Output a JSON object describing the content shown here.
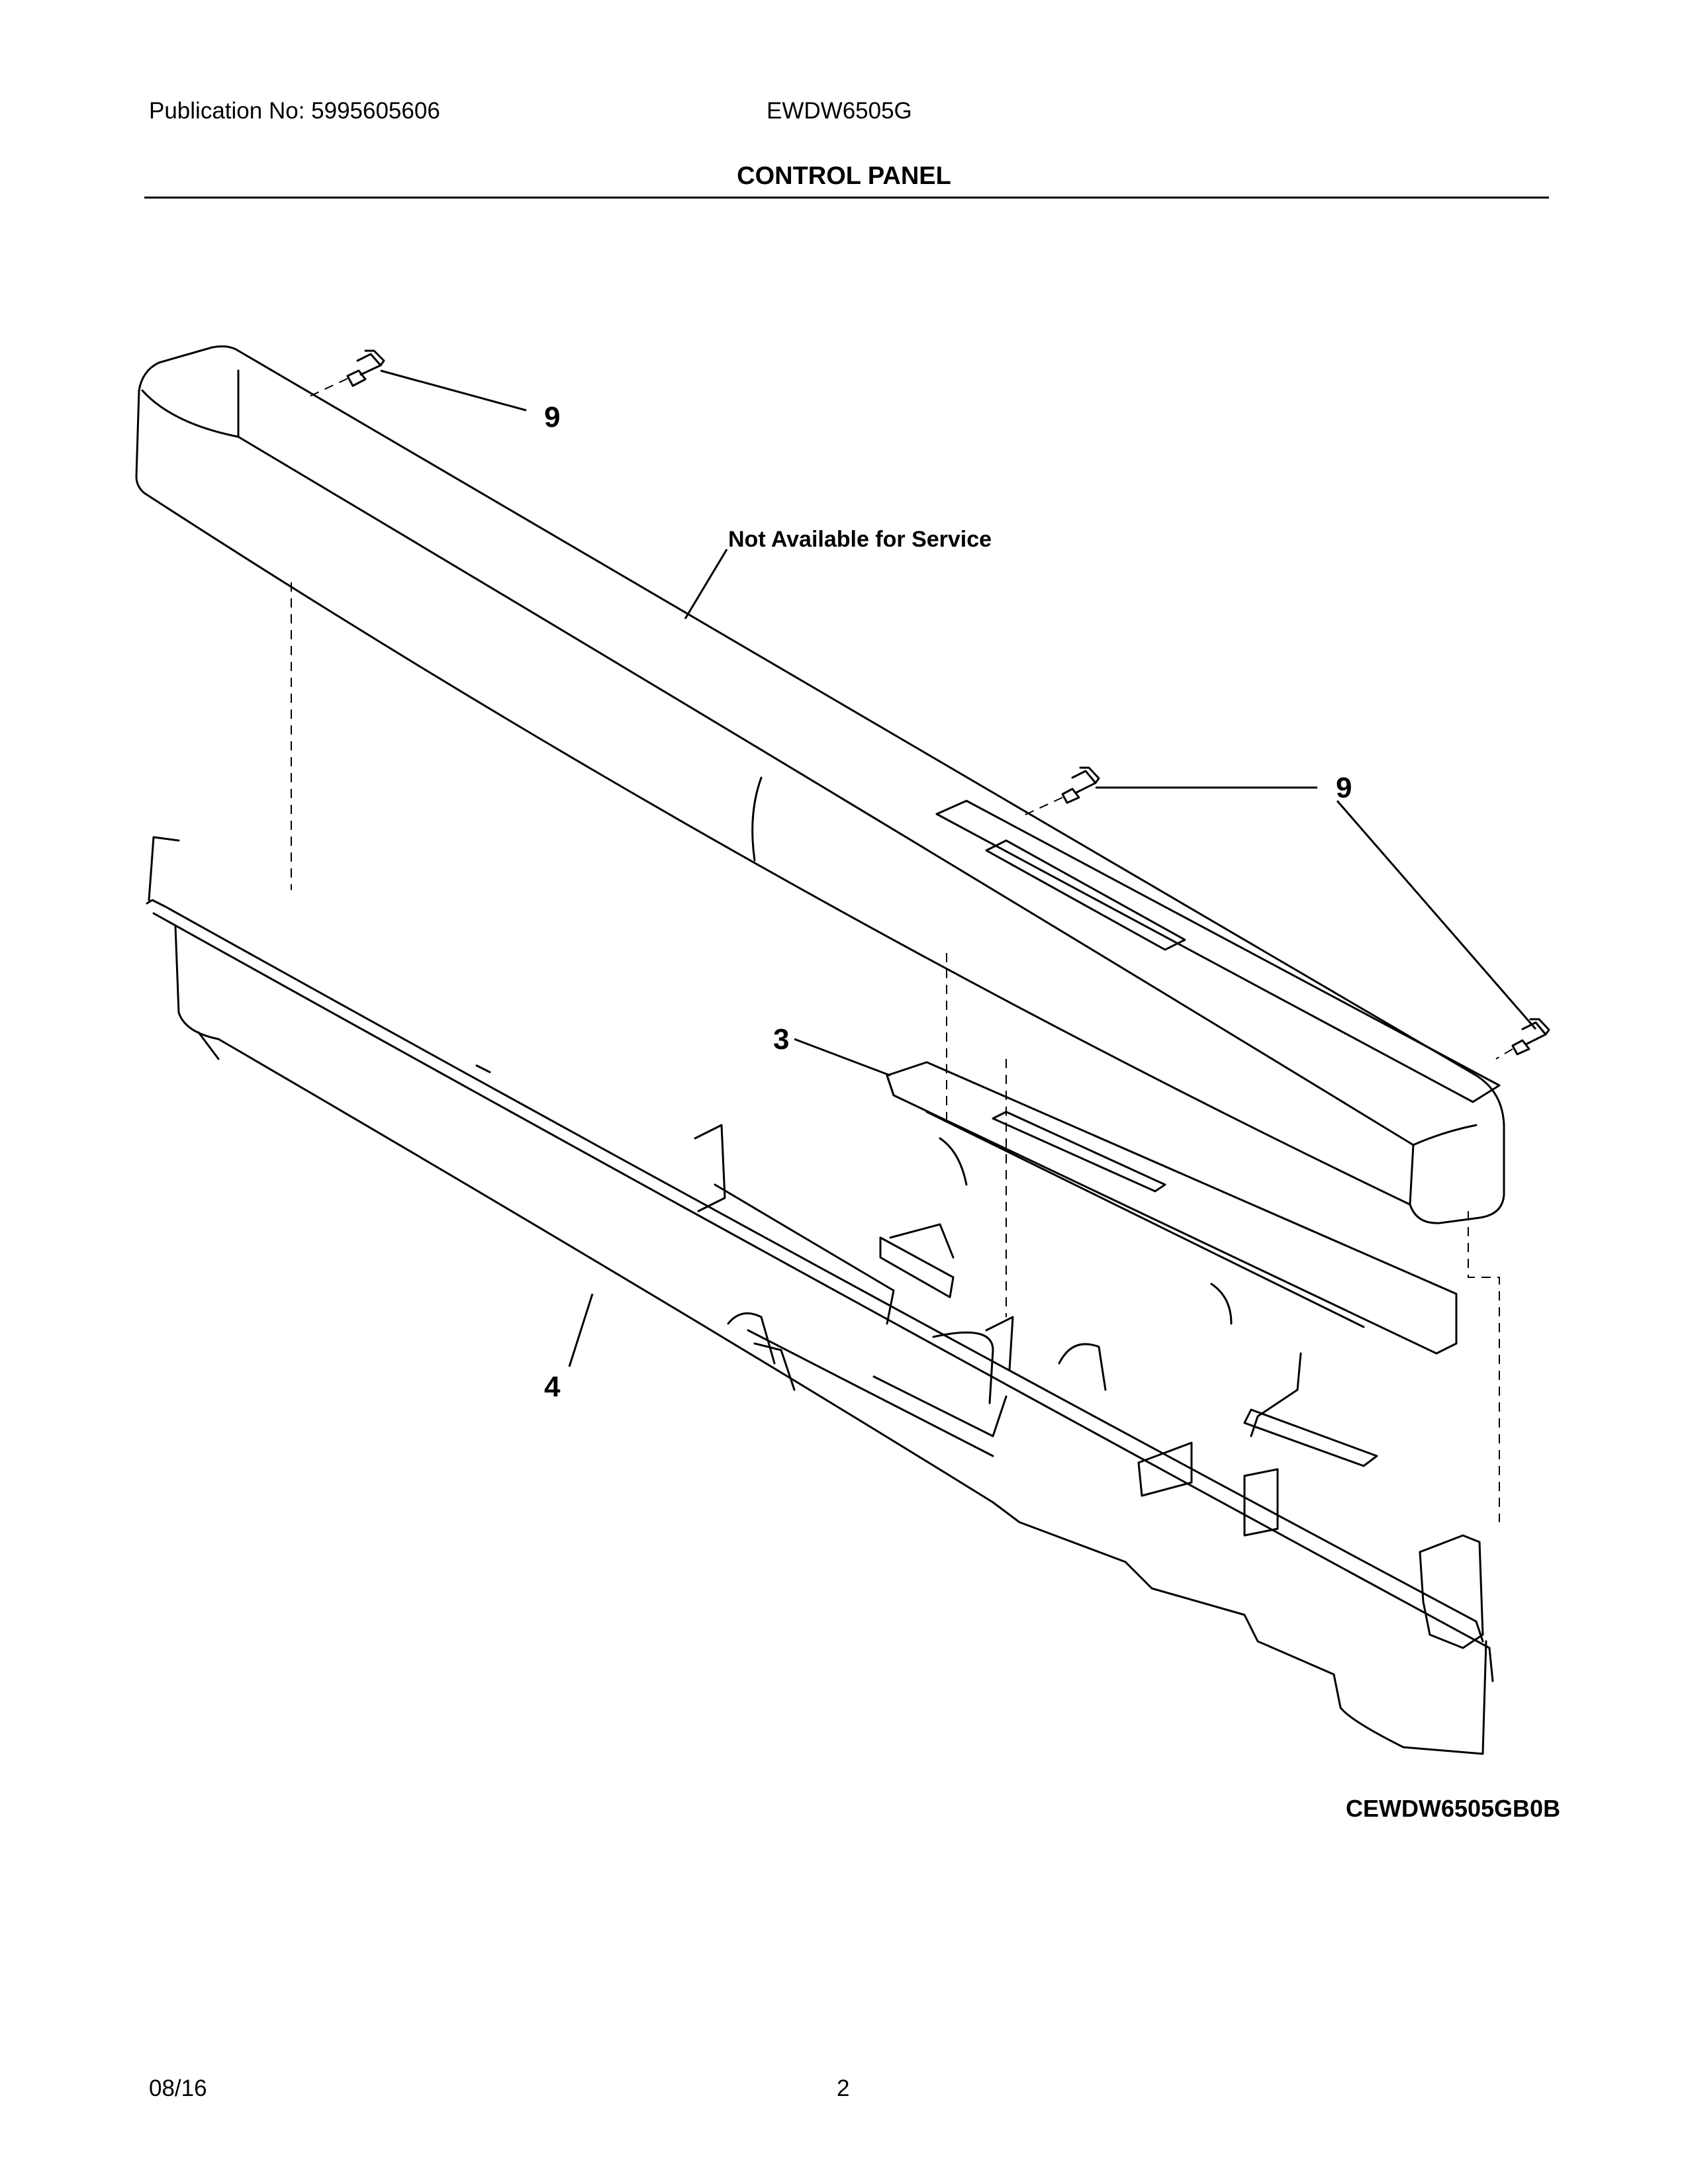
{
  "header": {
    "publication": "Publication No: 5995605606",
    "model": "EWDW6505G",
    "title": "CONTROL PANEL"
  },
  "diagram": {
    "callouts": [
      {
        "id": "screw-top-left",
        "label": "9"
      },
      {
        "id": "screw-mid",
        "label": "9"
      },
      {
        "id": "screw-right",
        "label": "9"
      },
      {
        "id": "control-board",
        "label": "3"
      },
      {
        "id": "panel-bracket",
        "label": "4"
      }
    ],
    "note": "Not Available for Service",
    "figure_code": "CEWDW6505GB0B"
  },
  "footer": {
    "date": "08/16",
    "page": "2"
  }
}
